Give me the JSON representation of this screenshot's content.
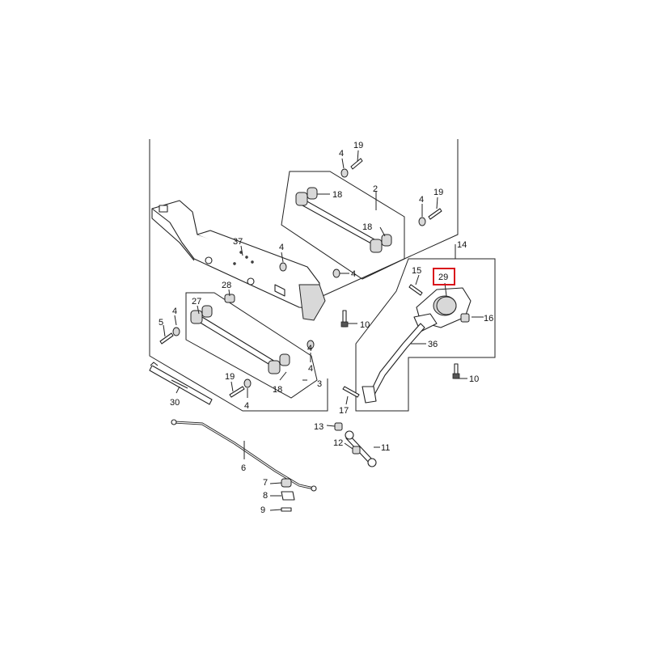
{
  "colors": {
    "highlight": "#d9151b",
    "line": "#222222",
    "shade": "#d8d8d8"
  },
  "callouts": {
    "c2": "2",
    "c3": "3",
    "c4a": "4",
    "c4b": "4",
    "c4c": "4",
    "c4d": "4",
    "c4e": "4",
    "c4f": "4",
    "c4g": "4",
    "c5": "5",
    "c6": "6",
    "c7": "7",
    "c8": "8",
    "c9": "9",
    "c10a": "10",
    "c10b": "10",
    "c11": "11",
    "c12": "12",
    "c13": "13",
    "c14": "14",
    "c15": "15",
    "c16": "16",
    "c17": "17",
    "c18a": "18",
    "c18b": "18",
    "c18c": "18",
    "c19a": "19",
    "c19b": "19",
    "c19c": "19",
    "c27": "27",
    "c28": "28",
    "c29": "29",
    "c30": "30",
    "c36": "36",
    "c37": "37"
  },
  "highlighted_part": "29"
}
